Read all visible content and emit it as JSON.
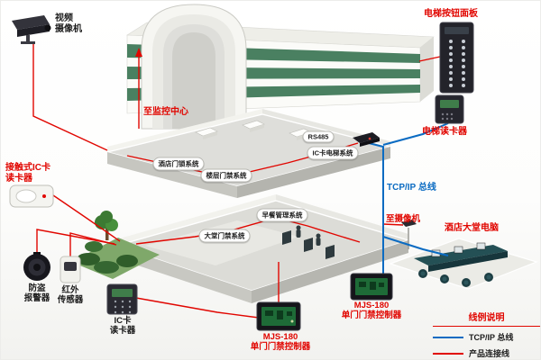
{
  "colors": {
    "product_line_red": "#e10600",
    "tcpip_blue": "#0a6bc2",
    "stripe_green": "#4a8061"
  },
  "callouts": {
    "video_camera": "视频\n摄像机",
    "elevator_button_panel": "电梯按钮面板",
    "elevator_card_reader": "电梯读卡器",
    "to_monitoring_center": "至监控中心",
    "contact_ic_card_reader": "接触式IC卡\n读卡器",
    "burglar_alarm": "防盗\n报警器",
    "infrared_sensor": "红外\n传感器",
    "ic_card_reader": "IC卡\n读卡器",
    "mjs180_controller_bottom": "MJS-180\n单门门禁控制器",
    "mjs180_controller_right": "MJS-180\n单门门禁控制器",
    "tcpip_bus": "TCP/IP 总线",
    "to_camera": "至摄像机",
    "hotel_lobby_computer": "酒店大堂电脑"
  },
  "system_tags": {
    "hotel_door_lock": "酒店门锁系统",
    "floor_access": "楼层门禁系统",
    "rs485": "RS485",
    "ic_card_elevator": "IC卡电梯系统",
    "breakfast_management": "早餐管理系统",
    "lobby_access": "大堂门禁系统"
  },
  "legend": {
    "title": "线例说明",
    "items": [
      {
        "label": "TCP/IP 总线",
        "color": "#0a6bc2"
      },
      {
        "label": "产品连接线",
        "color": "#e10600"
      }
    ]
  }
}
